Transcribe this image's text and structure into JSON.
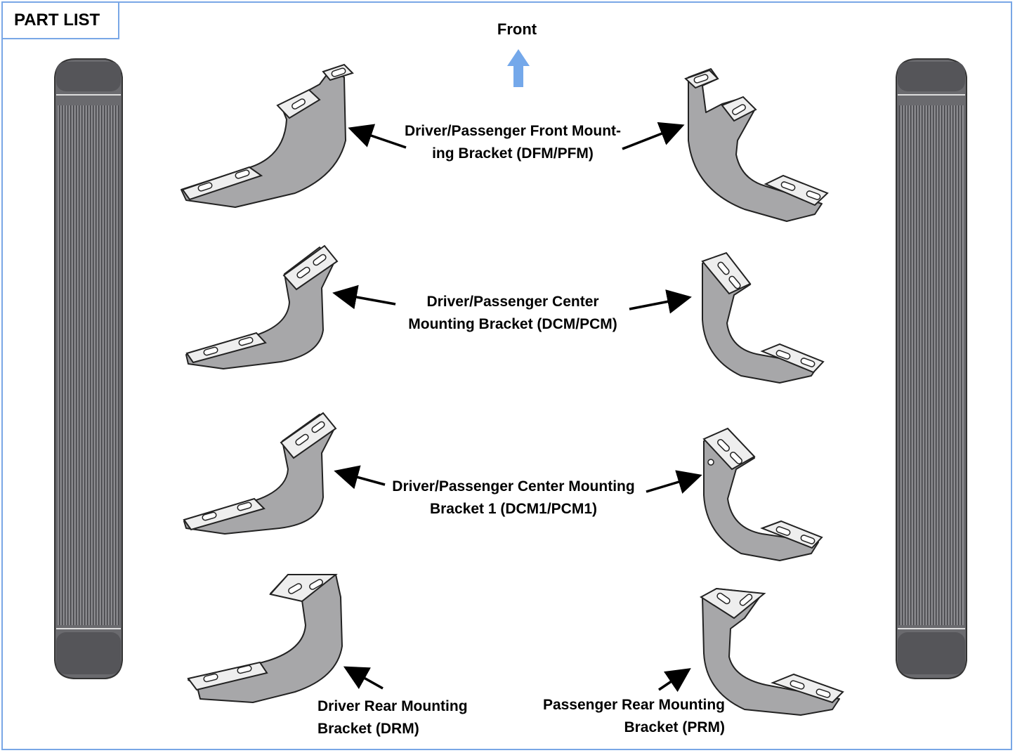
{
  "title": "PART LIST",
  "front_label": "Front",
  "colors": {
    "frame_border": "#79a7e6",
    "front_arrow": "#74a8ea",
    "bracket_fill": "#a7a7a9",
    "bracket_tab": "#eeeeee",
    "board_body": "#7e7e82",
    "board_cap": "#56565a"
  },
  "labels": {
    "front_mounting": {
      "line1": "Driver/Passenger Front Mount-",
      "line2": "ing Bracket (DFM/PFM)"
    },
    "center_mounting": {
      "line1": "Driver/Passenger Center",
      "line2": "Mounting Bracket (DCM/PCM)"
    },
    "center_mounting_1": {
      "line1": "Driver/Passenger Center Mounting",
      "line2": "Bracket 1 (DCM1/PCM1)"
    },
    "driver_rear": {
      "line1": "Driver Rear Mounting",
      "line2": "Bracket (DRM)"
    },
    "passenger_rear": {
      "line1": "Passenger Rear Mounting",
      "line2": "Bracket (PRM)"
    }
  }
}
